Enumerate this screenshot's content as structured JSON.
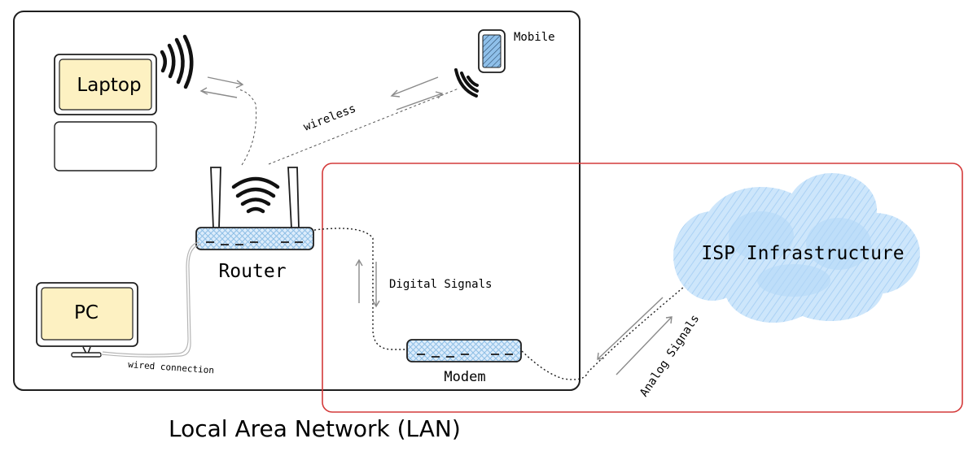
{
  "nodes": {
    "laptop": "Laptop",
    "mobile": "Mobile",
    "router": "Router",
    "pc": "PC",
    "modem": "Modem",
    "isp": "ISP Infrastructure"
  },
  "edges": {
    "wireless": "wireless",
    "wired": "wired connection",
    "digital": "Digital Signals",
    "analog": "Analog Signals"
  },
  "regions": {
    "lan": "Local Area Network (LAN)"
  },
  "colors": {
    "device_fill": "#fdf1c2",
    "hardware_fill": "#cfe5fb",
    "cloud_fill": "#bfe0fb",
    "isp_border": "#d43a3a",
    "stroke": "#1e1e1e"
  }
}
